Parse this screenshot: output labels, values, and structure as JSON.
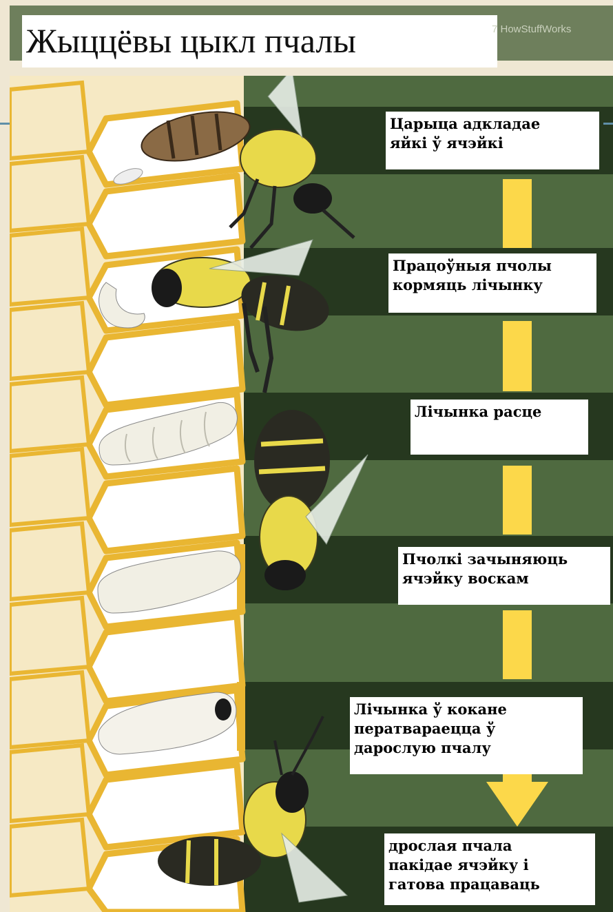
{
  "title": "Жыццёвы цыкл пчалы",
  "credit": "7 HowStuffWorks",
  "colors": {
    "wax": "#f6e9c4",
    "cell_edge": "#e9b632",
    "green_light": "#4f6a40",
    "green_dark": "#26381f",
    "arrow": "#fcd84a"
  },
  "stages": [
    {
      "label": "Царыца адкладае\nяйкі ў ячэйкі"
    },
    {
      "label": "Працоўныя пчолы\nкормяць лічынку"
    },
    {
      "label": "Лічынка расце"
    },
    {
      "label": "Пчолкі зачыняюць\nячэйку воскам"
    },
    {
      "label": "Лічынка ў кокане\nператвараецца ў\nдарослую пчалу"
    },
    {
      "label": "дрослая пчала\nпакідае ячэйку і\nгатова працаваць"
    }
  ]
}
